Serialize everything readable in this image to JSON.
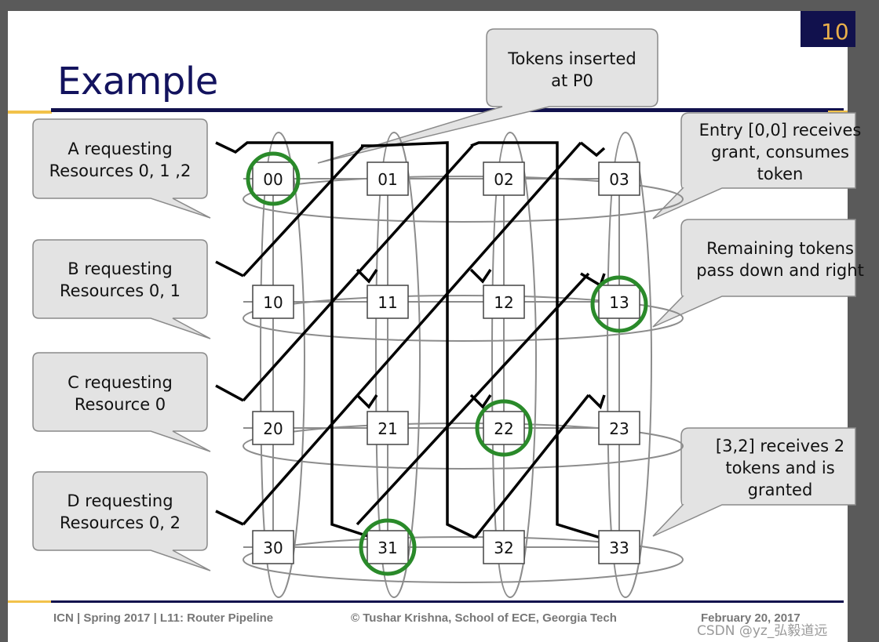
{
  "slide": {
    "title": "Example",
    "page_number": "10",
    "footer": {
      "left": "ICN | Spring 2017 | L11: Router Pipeline",
      "center": "© Tushar Krishna, School of ECE, Georgia Tech",
      "right": "February 20, 2017"
    },
    "watermark": "CSDN @yz_弘毅道远"
  },
  "requests": [
    {
      "line1": "A requesting",
      "line2": "Resources 0, 1 ,2"
    },
    {
      "line1": "B requesting",
      "line2": "Resources 0, 1"
    },
    {
      "line1": "C requesting",
      "line2": "Resource 0"
    },
    {
      "line1": "D requesting",
      "line2": "Resources 0, 2"
    }
  ],
  "callouts": {
    "tokens": {
      "line1": "Tokens inserted",
      "line2": "at P0"
    },
    "entry": {
      "line1": "Entry [0,0] receives",
      "line2": "grant, consumes",
      "line3": "token"
    },
    "remaining": {
      "line1": "Remaining tokens",
      "line2": "pass down and right"
    },
    "granted": {
      "line1": "[3,2] receives 2",
      "line2": "tokens and is",
      "line3": "granted"
    }
  },
  "grid": {
    "rows": [
      [
        "00",
        "01",
        "02",
        "03"
      ],
      [
        "10",
        "11",
        "12",
        "13"
      ],
      [
        "20",
        "21",
        "22",
        "23"
      ],
      [
        "30",
        "31",
        "32",
        "33"
      ]
    ],
    "granted_cells": [
      "00",
      "13",
      "22",
      "31"
    ],
    "grant_color": "#2a8a2a"
  }
}
